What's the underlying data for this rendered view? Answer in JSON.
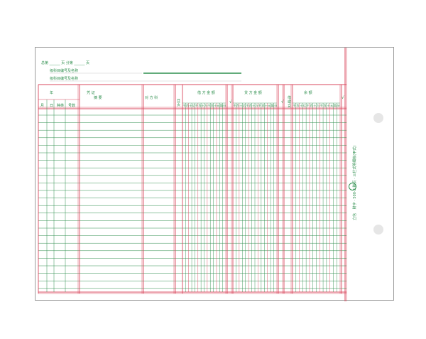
{
  "header": {
    "line1": "总第 ______ 页  分第 ______ 页",
    "line2": "级科目编号及名称 ",
    "line3": "级科目编号及名称 "
  },
  "columns": {
    "year": "年",
    "voucher": "凭  证",
    "month": "月",
    "day": "日",
    "voucher_type": "种类",
    "voucher_no": "号数",
    "summary": "摘        要",
    "counter_account": "对  方  科",
    "folio": "日页",
    "debit": "借  方  金  额",
    "credit": "贷  方  金  额",
    "dr_cr": "借或贷",
    "balance": "余                  额",
    "check": "√",
    "digits": [
      "千",
      "百",
      "十",
      "亿",
      "千",
      "百",
      "十",
      "万",
      "千",
      "百",
      "十",
      "元",
      "角",
      "分"
    ]
  },
  "stamp": {
    "code": "立信",
    "text": "财字 · 500-2  账页 · 三栏式明细帐(甲式)"
  },
  "colors": {
    "red": "#d9475c",
    "green": "#2f8f4e"
  }
}
